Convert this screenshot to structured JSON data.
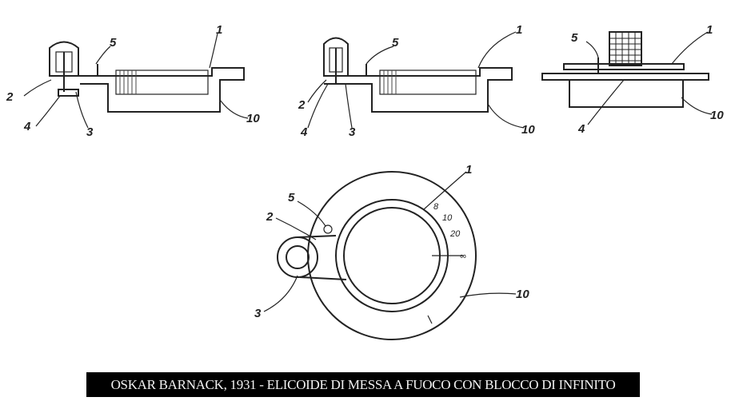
{
  "caption": "OSKAR BARNACK, 1931 - ELICOIDE DI MESSA A FUOCO CON BLOCCO DI INFINITO",
  "figures": {
    "fig1": {
      "labels": [
        "1",
        "5",
        "2",
        "4",
        "3",
        "10"
      ]
    },
    "fig2": {
      "labels": [
        "1",
        "5",
        "2",
        "4",
        "3",
        "10"
      ]
    },
    "fig3": {
      "labels": [
        "1",
        "5",
        "4",
        "10"
      ]
    },
    "fig4": {
      "labels": [
        "1",
        "5",
        "2",
        "3",
        "10"
      ],
      "scale_marks": [
        "8",
        "10",
        "20",
        "∞"
      ]
    }
  }
}
